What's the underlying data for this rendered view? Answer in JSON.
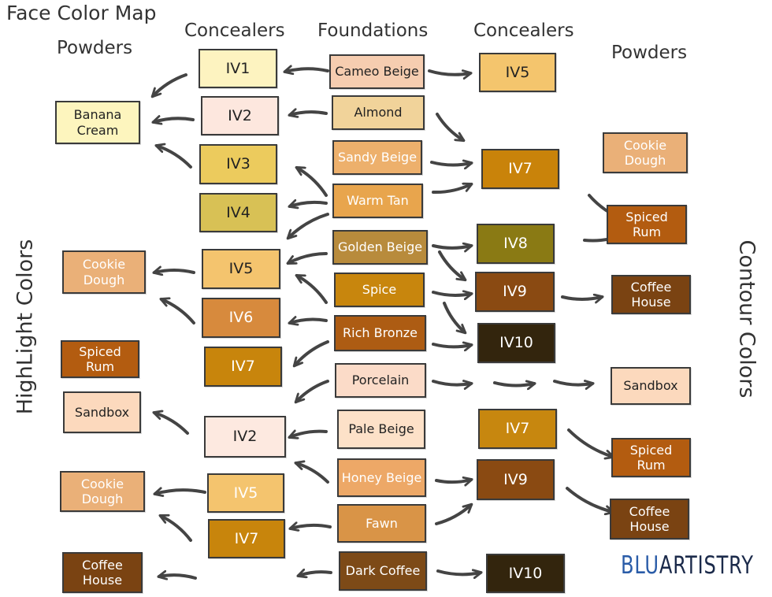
{
  "title": "Face Color Map",
  "headers": {
    "powders_left": "Powders",
    "concealers_left": "Concealers",
    "foundations": "Foundations",
    "concealers_right": "Concealers",
    "powders_right": "Powders"
  },
  "side_labels": {
    "left": "HighLight Colors",
    "right": "Contour Colors"
  },
  "logo": {
    "part1": "Blu",
    "part2": "Artistry",
    "color1": "#2a5ca8",
    "color2": "#1b2a4a"
  },
  "colors": {
    "arrow": "#444444",
    "border": "#3a3a3a"
  },
  "groups": [
    {
      "foundation": {
        "label": "Cameo Beige",
        "color": "#f6cdb0"
      },
      "hl_concealer": {
        "label": "IV1",
        "color": "#fdf3c0"
      },
      "hl_powder": null,
      "ct_concealer": {
        "label": "IV5",
        "color": "#f4c56d"
      },
      "ct_powder": null
    },
    {
      "foundation": {
        "label": "Almond",
        "color": "#f1d39a"
      },
      "hl_concealer": {
        "label": "IV2",
        "color": "#fde7de"
      },
      "hl_powder": {
        "label": "Banana\nCream",
        "color": "#fdf5be"
      },
      "ct_concealer": null,
      "ct_powder": null
    },
    {
      "foundation": {
        "label": "Sandy Beige",
        "color": "#edb06c"
      },
      "hl_concealer": {
        "label": "IV3",
        "color": "#eccb5d"
      },
      "hl_powder": null,
      "ct_concealer": {
        "label": "IV7",
        "color": "#c9830a"
      },
      "ct_powder": {
        "label": "Cookie\nDough",
        "color": "#eab078"
      }
    },
    {
      "foundation": {
        "label": "Warm Tan",
        "color": "#e8a54d"
      },
      "hl_concealer": {
        "label": "IV4",
        "color": "#d8c155"
      },
      "hl_powder": null,
      "ct_concealer": null,
      "ct_powder": {
        "label": "Spiced\nRum",
        "color": "#b35c10"
      }
    },
    {
      "foundation": {
        "label": "Golden Beige",
        "color": "#b88b3c"
      },
      "hl_concealer": {
        "label": "IV5",
        "color": "#f4c46e"
      },
      "hl_powder": {
        "label": "Cookie\nDough",
        "color": "#eab078"
      },
      "ct_concealer": {
        "label": "IV8",
        "color": "#8a7a14"
      },
      "ct_powder": null
    },
    {
      "foundation": {
        "label": "Spice",
        "color": "#c8860d"
      },
      "hl_concealer": {
        "label": "IV6",
        "color": "#d78a3d"
      },
      "hl_powder": null,
      "ct_concealer": {
        "label": "IV9",
        "color": "#8a4a12"
      },
      "ct_powder": {
        "label": "Coffee\nHouse",
        "color": "#7a4312"
      }
    },
    {
      "foundation": {
        "label": "Rich Bronze",
        "color": "#ad5c13"
      },
      "hl_concealer": {
        "label": "IV7",
        "color": "#c8850c"
      },
      "hl_powder": {
        "label": "Spiced\nRum",
        "color": "#b35c10"
      },
      "ct_concealer": {
        "label": "IV10",
        "color": "#33250d"
      },
      "ct_powder": null
    },
    {
      "foundation": {
        "label": "Porcelain",
        "color": "#fbdbc8"
      },
      "hl_concealer": null,
      "hl_powder": {
        "label": "Sandbox",
        "color": "#fcd9bd"
      },
      "ct_concealer": null,
      "ct_powder": {
        "label": "Sandbox",
        "color": "#fcd9bd"
      }
    },
    {
      "foundation": {
        "label": "Pale Beige",
        "color": "#fde1c8"
      },
      "hl_concealer": {
        "label": "IV2",
        "color": "#fde9e0"
      },
      "hl_powder": null,
      "ct_concealer": {
        "label": "IV7",
        "color": "#c7870f"
      },
      "ct_powder": {
        "label": "Spiced\nRum",
        "color": "#b35c10"
      }
    },
    {
      "foundation": {
        "label": "Honey Beige",
        "color": "#eda867"
      },
      "hl_concealer": {
        "label": "IV5",
        "color": "#f4c46e"
      },
      "hl_powder": {
        "label": "Cookie\nDough",
        "color": "#eab078"
      },
      "ct_concealer": {
        "label": "IV9",
        "color": "#8a4a12"
      },
      "ct_powder": {
        "label": "Coffee\nHouse",
        "color": "#7a4312"
      }
    },
    {
      "foundation": {
        "label": "Fawn",
        "color": "#d99447"
      },
      "hl_concealer": {
        "label": "IV7",
        "color": "#c8850c"
      },
      "hl_powder": null,
      "ct_concealer": null,
      "ct_powder": null
    },
    {
      "foundation": {
        "label": "Dark Coffee",
        "color": "#7d4a17"
      },
      "hl_concealer": null,
      "hl_powder": {
        "label": "Coffee\nHouse",
        "color": "#7a4312"
      },
      "ct_concealer": {
        "label": "IV10",
        "color": "#33250d"
      },
      "ct_powder": null
    }
  ]
}
